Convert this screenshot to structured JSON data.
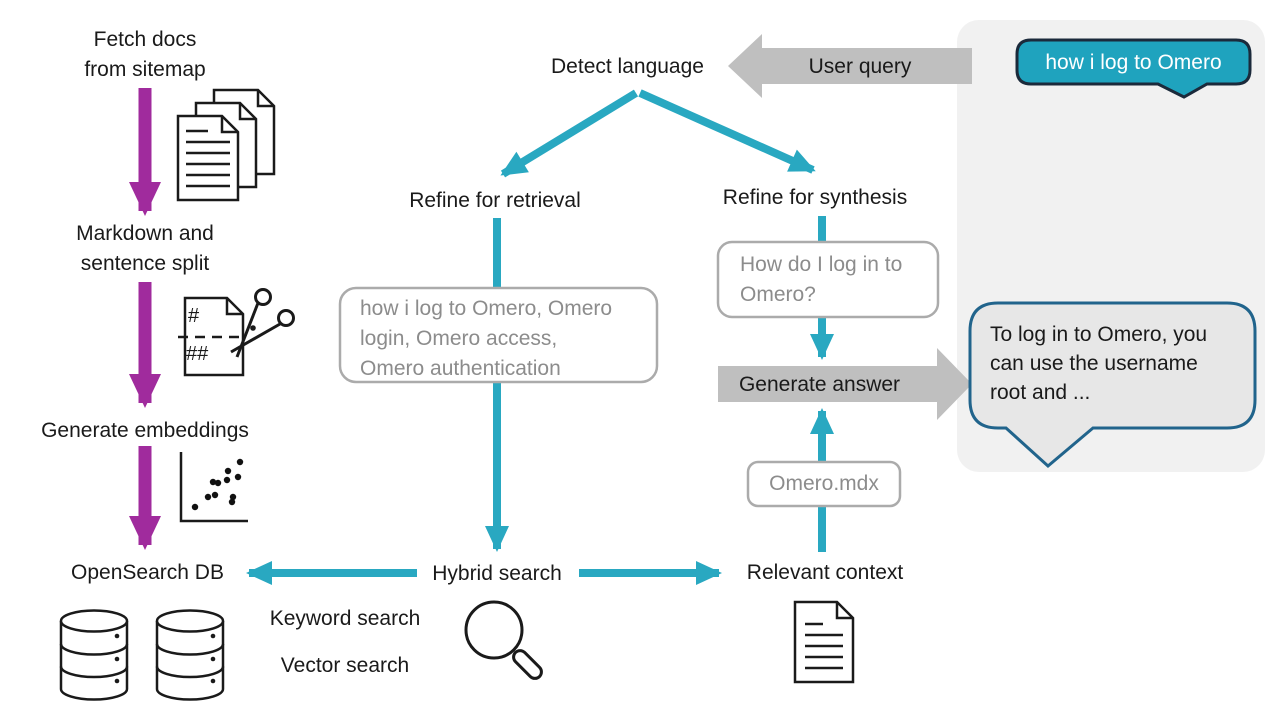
{
  "colors": {
    "accent_teal": "#29A8C1",
    "accent_purple": "#A02B9D",
    "arrow_gray": "#BFBFBF",
    "panel_gray": "#F1F1F1",
    "bubble_teal_fill": "#1FA3BE",
    "bubble_teal_border": "#1B2A3B",
    "answer_bubble_fill": "#E7E7E7",
    "answer_bubble_border": "#21648C",
    "muted_text": "#8C8C8C"
  },
  "ingest": {
    "fetch_docs": "Fetch docs\nfrom sitemap",
    "markdown_split": "Markdown and\nsentence split",
    "generate_embeddings": "Generate embeddings",
    "opensearch_db": "OpenSearch DB"
  },
  "flow": {
    "detect_language": "Detect language",
    "user_query": "User query",
    "refine_retrieval": "Refine for retrieval",
    "refine_synthesis": "Refine for synthesis",
    "retrieval_expansion": "how i log to Omero, Omero\nlogin, Omero access,\nOmero authentication",
    "synthesis_refined": "How do I log in to\nOmero?",
    "generate_answer": "Generate answer",
    "hybrid_search": "Hybrid search",
    "keyword_search": "Keyword search",
    "vector_search": "Vector search",
    "relevant_context": "Relevant context",
    "context_file": "Omero.mdx"
  },
  "chat": {
    "user_message": "how i log to Omero",
    "assistant_message": "To log in to Omero, you\ncan use the username\nroot and ..."
  },
  "icons": {
    "markdown_h1": "#",
    "markdown_h2": "##",
    "names": [
      "documents-icon",
      "markdown-scissors-icon",
      "scatter-plot-icon",
      "database-icon",
      "search-icon",
      "document-icon"
    ]
  }
}
